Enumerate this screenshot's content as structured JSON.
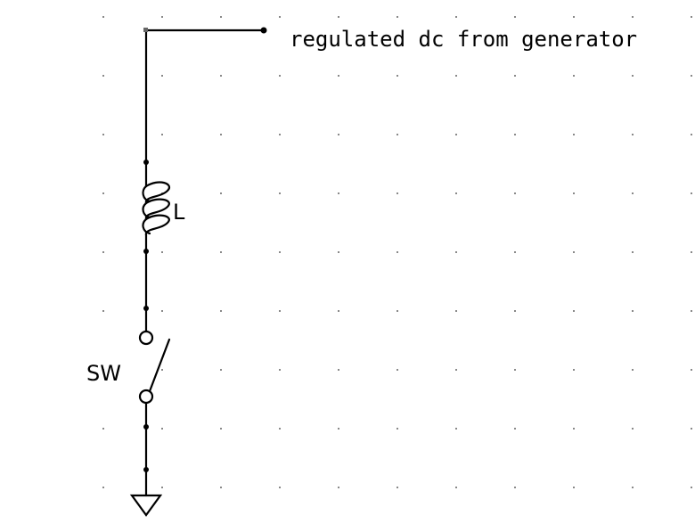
{
  "schematic": {
    "supply_label": "regulated dc from generator",
    "inductor_label": "L",
    "switch_label": "SW"
  }
}
